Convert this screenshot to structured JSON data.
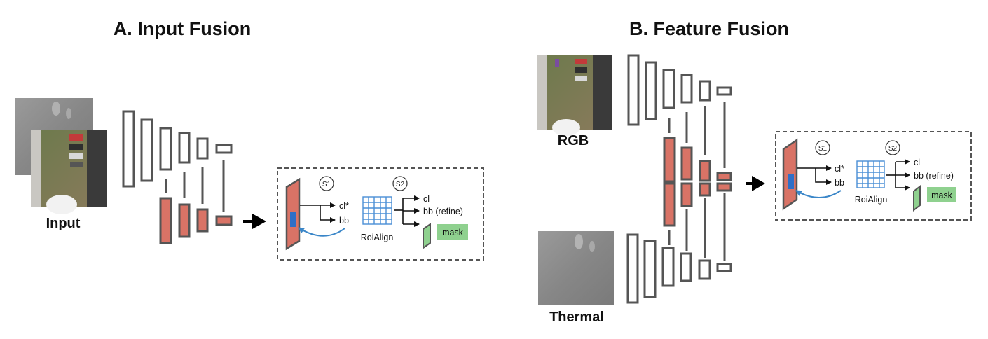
{
  "panel_a": {
    "title": "A. Input Fusion",
    "input_label": "Input",
    "head": {
      "stage1_tag": "S1",
      "stage2_tag": "S2",
      "out_cls_star": "cl*",
      "out_bb": "bb",
      "roi_label": "RoiAlign",
      "out_cl": "cl",
      "out_bb_refine": "bb (refine)",
      "out_mask": "mask"
    }
  },
  "panel_b": {
    "title": "B. Feature Fusion",
    "rgb_label": "RGB",
    "thermal_label": "Thermal",
    "head": {
      "stage1_tag": "S1",
      "stage2_tag": "S2",
      "out_cls_star": "cl*",
      "out_bb": "bb",
      "roi_label": "RoiAlign",
      "out_cl": "cl",
      "out_bb_refine": "bb (refine)",
      "out_mask": "mask"
    }
  },
  "colors": {
    "feature_red": "#d97366",
    "block_outline": "#555555",
    "mask_green": "#8fd18f",
    "roi_grid_blue": "#4a8fd6",
    "proposal_blue": "#2f6fc7"
  }
}
